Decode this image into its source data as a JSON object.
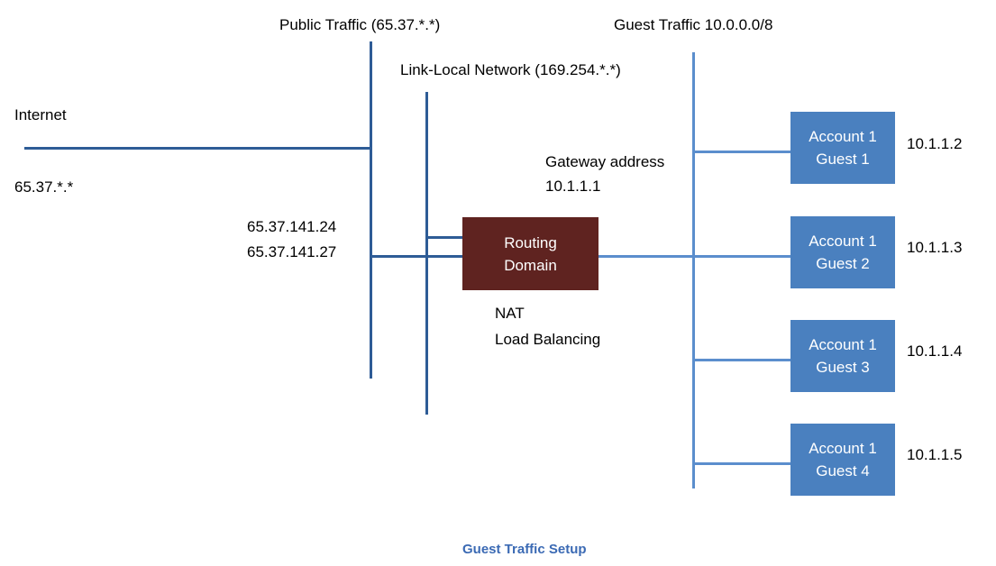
{
  "diagram": {
    "caption": "Guest Traffic Setup",
    "colors": {
      "line_dark": "#2e5c96",
      "line_light": "#5b8ecd",
      "guest_box": "#4a80bf",
      "router_box": "#5f2320",
      "caption_text": "#3b6ab4"
    },
    "zones": {
      "public_traffic": "Public Traffic (65.37.*.*)",
      "link_local": "Link-Local Network (169.254.*.*)",
      "guest_traffic": "Guest Traffic 10.0.0.0/8"
    },
    "internet": {
      "label": "Internet",
      "subnet": "65.37.*.*"
    },
    "public_ips": {
      "ip1": "65.37.141.24",
      "ip2": "65.37.141.27"
    },
    "gateway": {
      "label": "Gateway address",
      "address": "10.1.1.1"
    },
    "router": {
      "line1": "Routing",
      "line2": "Domain",
      "function1": "NAT",
      "function2": "Load Balancing"
    },
    "guests": [
      {
        "account": "Account 1",
        "guest": "Guest 1",
        "ip": "10.1.1.2"
      },
      {
        "account": "Account 1",
        "guest": "Guest 2",
        "ip": "10.1.1.3"
      },
      {
        "account": "Account 1",
        "guest": "Guest 3",
        "ip": "10.1.1.4"
      },
      {
        "account": "Account 1",
        "guest": "Guest 4",
        "ip": "10.1.1.5"
      }
    ]
  }
}
